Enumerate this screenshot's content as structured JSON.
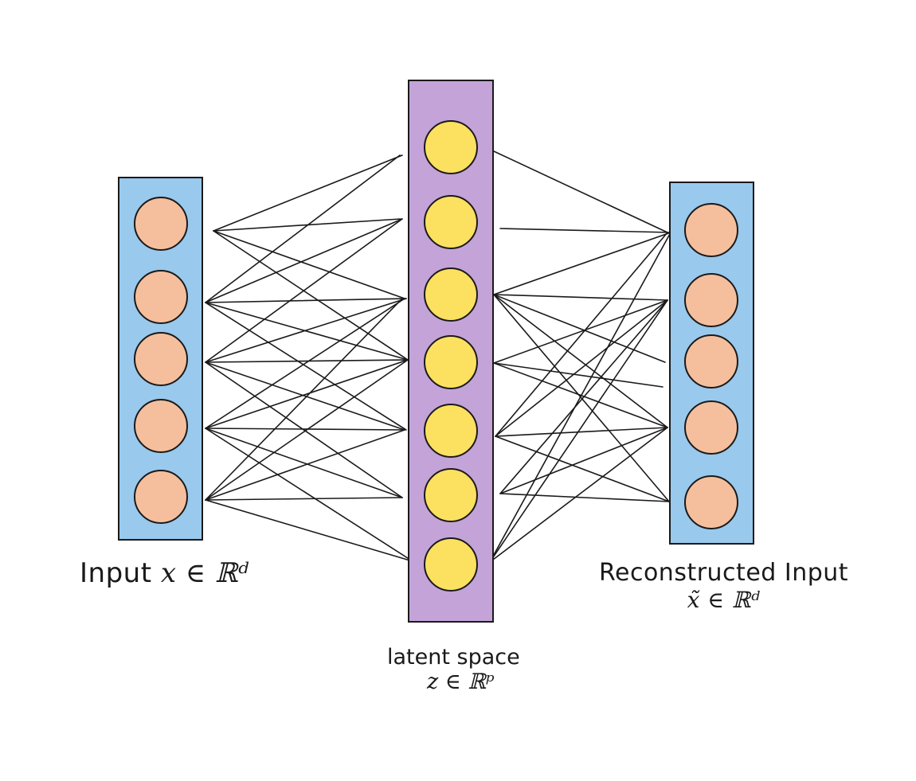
{
  "layers": [
    {
      "id": "input",
      "nodes": 5,
      "fill": "#99c9ec",
      "node_color": "#f5bf9d"
    },
    {
      "id": "latent",
      "nodes": 7,
      "fill": "#c4a3d8",
      "node_color": "#fce060"
    },
    {
      "id": "output",
      "nodes": 5,
      "fill": "#99c9ec",
      "node_color": "#f5bf9d"
    }
  ],
  "stroke_color": "#1a1a1a",
  "labels": {
    "input": {
      "text": "Input",
      "math": "x ∈ ℝᵈ"
    },
    "latent": {
      "line1": "latent space",
      "math": "z ∈ ℝᵖ"
    },
    "output": {
      "line1": "Reconstructed Input",
      "math": "x̃ ∈ ℝᵈ"
    }
  }
}
